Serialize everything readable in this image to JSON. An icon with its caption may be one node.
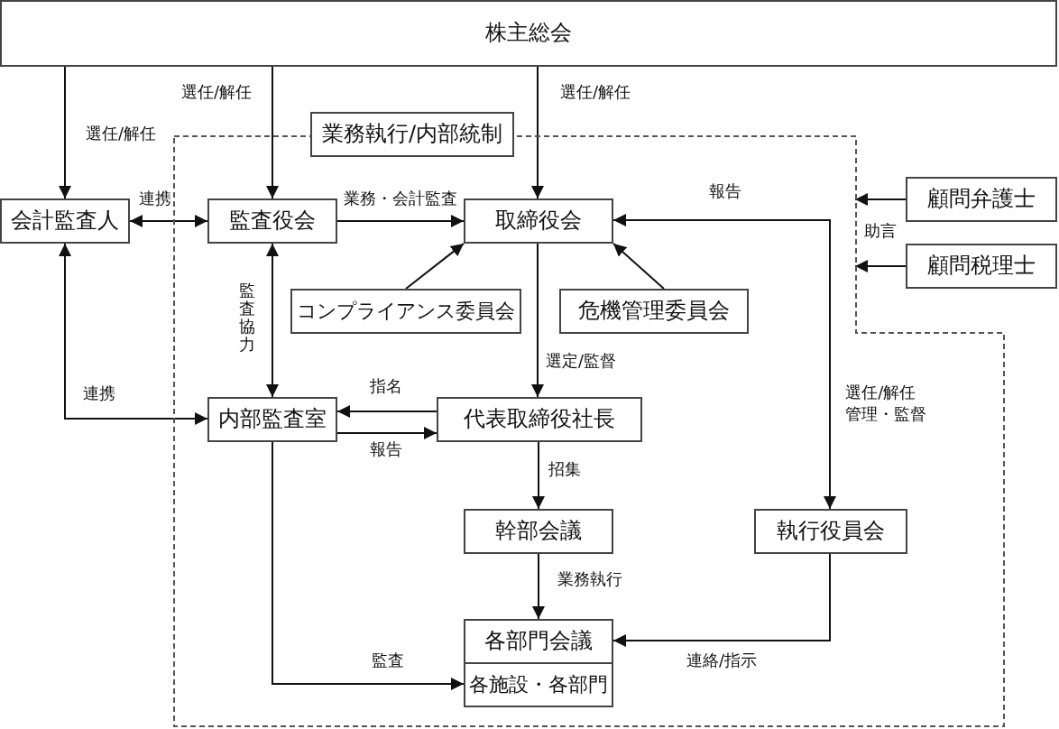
{
  "diagram": {
    "nodes": [
      {
        "text": [
          "株主総会"
        ]
      },
      {
        "text": [],
        "shape": "box"
      },
      {
        "text": [
          "業務執行/内部統制"
        ]
      },
      {
        "text": [
          "会計監査人"
        ]
      },
      {
        "text": [
          "監査役会"
        ],
        "in": 1
      },
      {
        "text": [
          "取締役会"
        ],
        "in": 1
      },
      {
        "text": [
          "コンプライアンス委員会"
        ],
        "in": 1
      },
      {
        "text": [
          "危機管理委員会"
        ],
        "in": 1
      },
      {
        "text": [
          "顧問弁護士"
        ]
      },
      {
        "text": [
          "顧問税理士"
        ]
      },
      {
        "text": [
          "内部監査室"
        ],
        "in": 1
      },
      {
        "text": [
          "代表取締役社長"
        ],
        "in": 1
      },
      {
        "text": [
          "幹部会議"
        ],
        "in": 1
      },
      {
        "text": [
          "執行役員会"
        ],
        "in": 1
      },
      {
        "text": [
          "各部門会議"
        ],
        "in": 1
      },
      {
        "text": [
          "各施設・各部門"
        ],
        "in": 1
      }
    ],
    "edges": [
      {
        "from": 0,
        "to": 3,
        "arrow": "to",
        "label": "選任/解任"
      },
      {
        "from": 0,
        "to": 4,
        "arrow": "to",
        "label": "選任/解任"
      },
      {
        "from": 0,
        "to": 5,
        "arrow": "to",
        "label": "選任/解任"
      },
      {
        "from": 3,
        "to": 4,
        "arrow": "both",
        "label": "連携"
      },
      {
        "from": 4,
        "to": 5,
        "arrow": "to",
        "label": "業務・会計監査"
      },
      {
        "from": 6,
        "to": 5,
        "arrow": "to"
      },
      {
        "from": 7,
        "to": 5,
        "arrow": "to"
      },
      {
        "from": 8,
        "to": 1,
        "arrow": "to",
        "label": "助言"
      },
      {
        "from": 9,
        "to": 1,
        "arrow": "to"
      },
      {
        "from": 5,
        "to": 11,
        "arrow": "to",
        "label": "選定/監督"
      },
      {
        "from": 5,
        "to": 13,
        "arrow": "to",
        "label": "選任/解任管理・監督"
      },
      {
        "from": 13,
        "to": 5,
        "arrow": "to",
        "label": "報告"
      },
      {
        "from": 4,
        "to": 10,
        "arrow": "both",
        "label": "監査協力"
      },
      {
        "from": 3,
        "to": 10,
        "arrow": "both",
        "label": "連携"
      },
      {
        "from": 11,
        "to": 10,
        "arrow": "to",
        "label": "指名"
      },
      {
        "from": 10,
        "to": 11,
        "arrow": "to",
        "label": "報告"
      },
      {
        "from": 11,
        "to": 12,
        "arrow": "to",
        "label": "招集"
      },
      {
        "from": 12,
        "to": 14,
        "arrow": "to",
        "label": "業務執行"
      },
      {
        "from": 13,
        "to": 14,
        "arrow": "to",
        "label": "連絡/指示"
      },
      {
        "from": 10,
        "to": 15,
        "arrow": "to",
        "label": "監査"
      }
    ]
  }
}
